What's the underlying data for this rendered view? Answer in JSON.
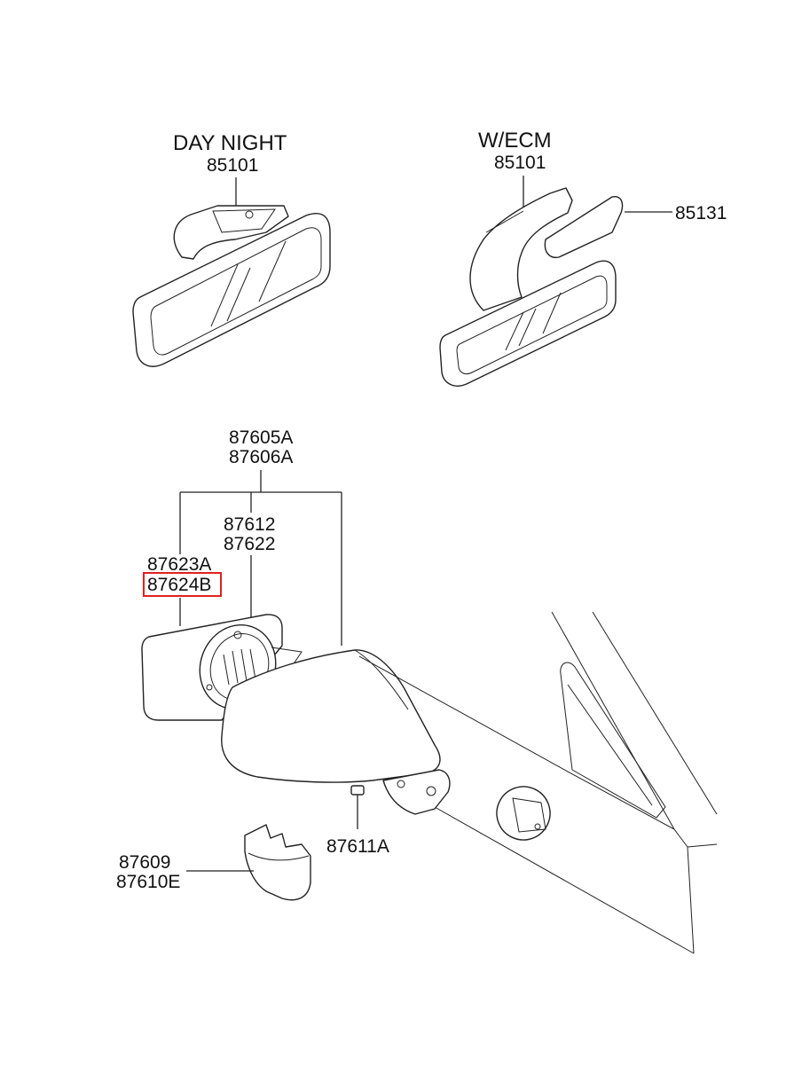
{
  "headings": {
    "day_night": "DAY  NIGHT",
    "wecm": "W/ECM"
  },
  "callouts": {
    "c85101_left": "85101",
    "c85101_right": "85101",
    "c85131": "85131",
    "c87605a": "87605A",
    "c87606a": "87606A",
    "c87612": "87612",
    "c87622": "87622",
    "c87623a": "87623A",
    "c87624b": "87624B",
    "c87611a": "87611A",
    "c87609": "87609",
    "c87610e": "87610E"
  },
  "highlight_color": "#e02020"
}
